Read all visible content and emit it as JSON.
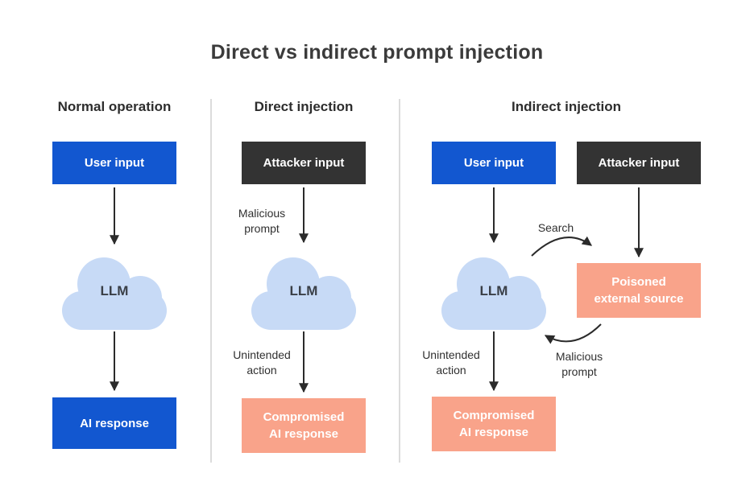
{
  "title": "Direct vs indirect prompt injection",
  "colors": {
    "user_box": "#1257d0",
    "attacker_box": "#333333",
    "compromised_box": "#f9a38a",
    "cloud": "#c7daf6",
    "arrow": "#2b2b2b",
    "divider": "#dcdcdc",
    "box_text": "#ffffff",
    "title_text": "#3b3b3b"
  },
  "columns": {
    "normal": {
      "heading": "Normal operation",
      "user_input": "User input",
      "llm": "LLM",
      "ai_response": "AI response"
    },
    "direct": {
      "heading": "Direct injection",
      "attacker_input": "Attacker input",
      "llm": "LLM",
      "malicious_prompt": {
        "lines": [
          "Malicious",
          "prompt"
        ]
      },
      "unintended_action": {
        "lines": [
          "Unintended",
          "action"
        ]
      },
      "compromised": {
        "lines": [
          "Compromised",
          "AI response"
        ]
      }
    },
    "indirect": {
      "heading": "Indirect injection",
      "user_input": "User input",
      "attacker_input": "Attacker input",
      "llm": "LLM",
      "search": "Search",
      "poisoned": {
        "lines": [
          "Poisoned",
          "external source"
        ]
      },
      "malicious_prompt": {
        "lines": [
          "Malicious",
          "prompt"
        ]
      },
      "unintended_action": {
        "lines": [
          "Unintended",
          "action"
        ]
      },
      "compromised": {
        "lines": [
          "Compromised",
          "AI response"
        ]
      }
    }
  }
}
